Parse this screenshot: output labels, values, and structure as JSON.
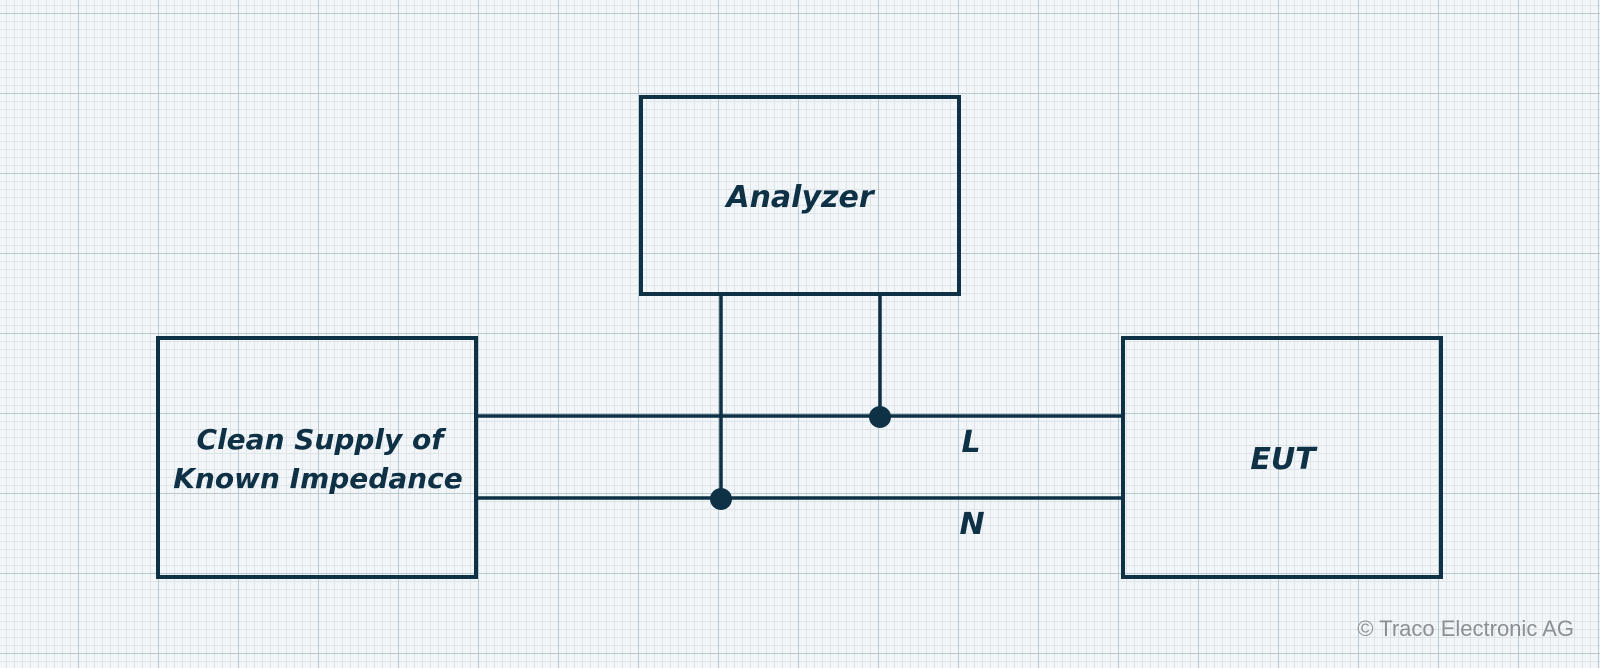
{
  "diagram": {
    "analyzer_label": "Analyzer",
    "supply_label_line1": "Clean Supply of",
    "supply_label_line2": "Known Impedance",
    "eut_label": "EUT",
    "line_l_label": "L",
    "line_n_label": "N"
  },
  "footer": {
    "copyright": "© Traco Electronic AG"
  }
}
